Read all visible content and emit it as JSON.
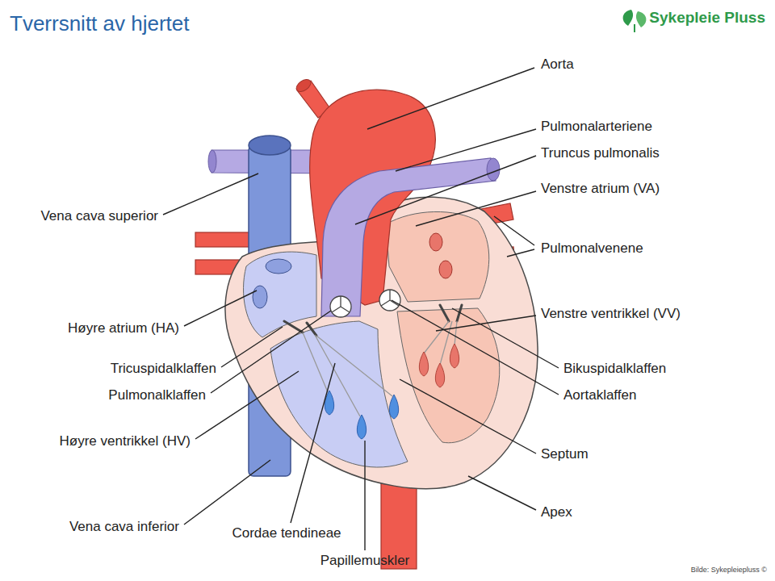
{
  "diagram": {
    "title": "Tverrsnitt av hjertet",
    "labels": [
      "Sykepleie Pluss",
      "Aorta",
      "Pulmonalarteriene",
      "Truncus pulmonalis",
      "Venstre atrium (VA)",
      "Pulmonalvenene",
      "Venstre ventrikkel (VV)",
      "Bikuspidalklaffen",
      "Aortaklaffen",
      "Septum",
      "Apex",
      "Vena cava superior",
      "Høyre atrium (HA)",
      "Tricuspidalklaffen",
      "Pulmonalklaffen",
      "Høyre ventrikkel (HV)",
      "Vena cava inferior",
      "Cordae tendineae",
      "Papillemuskler",
      "Bilde: Sykepleiepluss ©"
    ]
  }
}
